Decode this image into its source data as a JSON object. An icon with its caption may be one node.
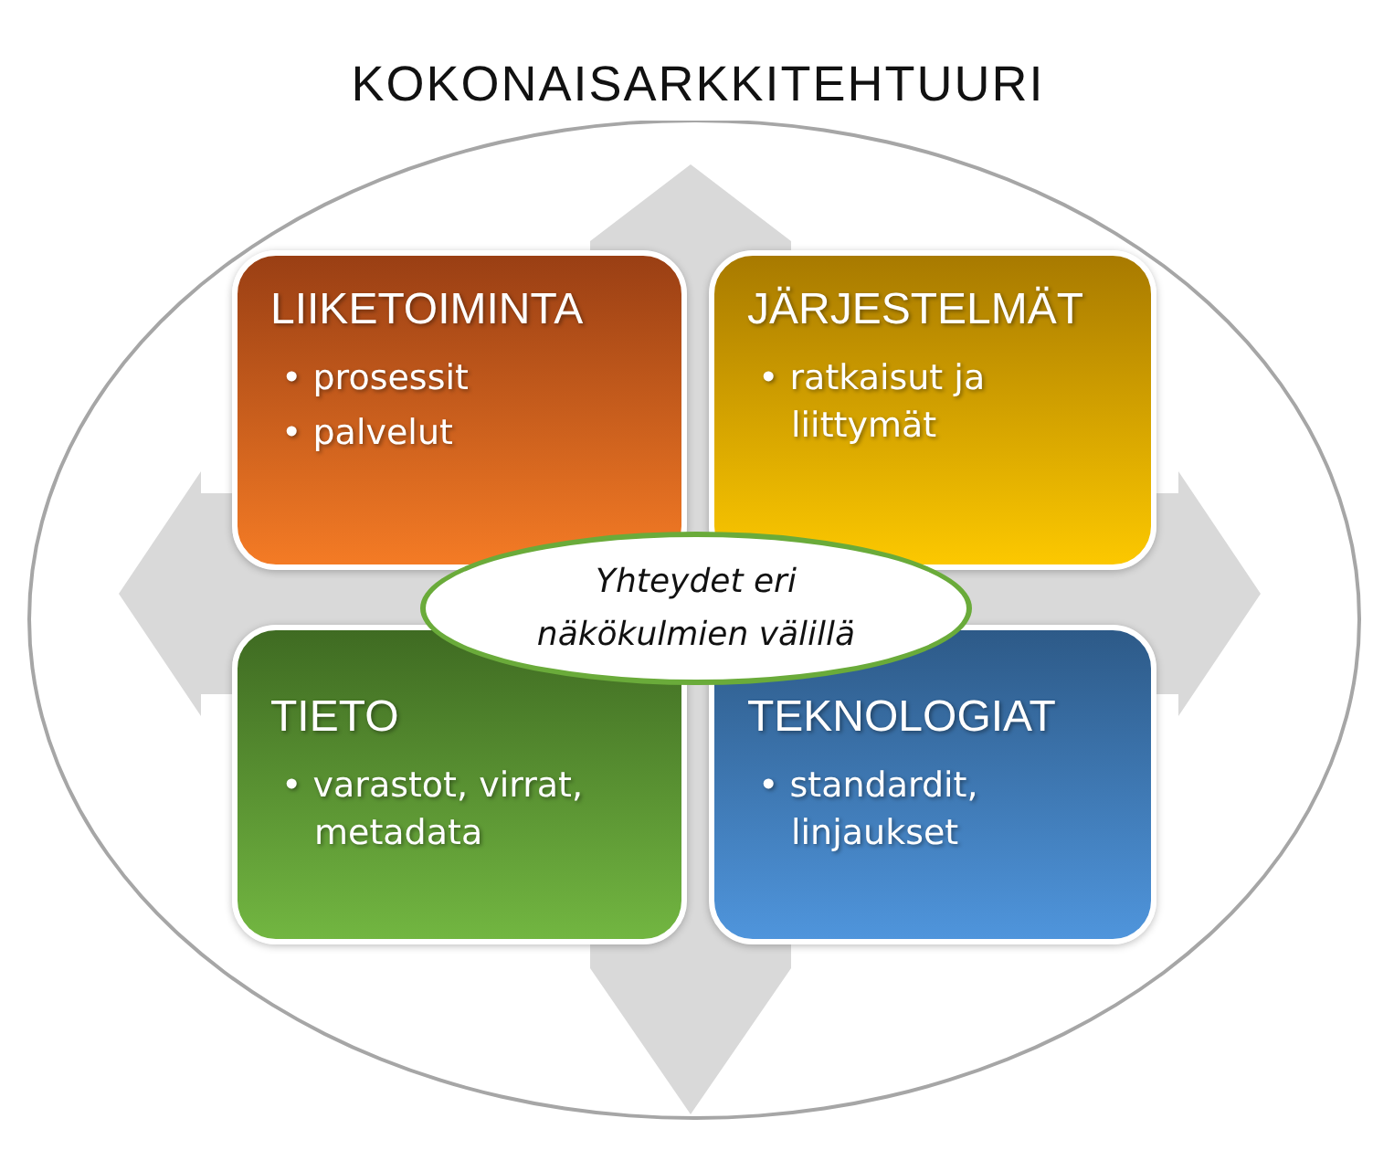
{
  "diagram": {
    "nodes": [
      {
        "text": [
          "KOKONAISARKKITEHTUURI"
        ]
      },
      {
        "text": [
          "LIIKETOIMINTA",
          "• prosessit",
          "• palvelut"
        ],
        "in": 0
      },
      {
        "text": [
          "JÄRJESTELMÄT",
          "• ratkaisut ja liittymät"
        ],
        "in": 0
      },
      {
        "text": [
          "Yhteydet eri näkökulmien välillä"
        ],
        "in": 0
      },
      {
        "text": [
          "TIETO",
          "• varastot, virrat, metadata"
        ],
        "in": 0
      },
      {
        "text": [
          "TEKNOLOGIAT",
          "• standardit, linjaukset"
        ],
        "in": 0
      }
    ]
  }
}
